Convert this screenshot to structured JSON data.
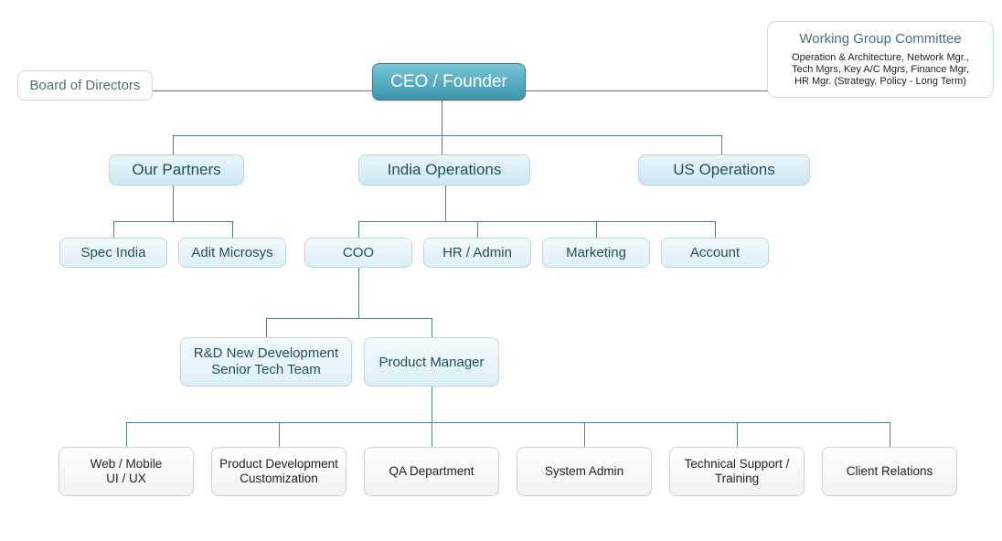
{
  "ceo": "CEO / Founder",
  "board": "Board of Directors",
  "working_group": {
    "title": "Working Group Committee",
    "lines": [
      "Operation & Architecture, Network Mgr.,",
      "Tech Mgrs, Key A/C Mgrs, Finance Mgr,",
      "HR Mgr. (Strategy, Policy - Long Term)"
    ]
  },
  "level2": {
    "partners": "Our Partners",
    "india": "India Operations",
    "us": "US Operations"
  },
  "partners": {
    "spec_india": "Spec India",
    "adit": "Adit Microsys"
  },
  "india_depts": {
    "coo": "COO",
    "hr": "HR / Admin",
    "marketing": "Marketing",
    "account": "Account"
  },
  "coo_reports": {
    "rnd": [
      "R&D New Development",
      "Senior Tech Team"
    ],
    "pm": "Product Manager"
  },
  "pm_teams": {
    "web": [
      "Web / Mobile",
      "UI / UX"
    ],
    "product_dev": [
      "Product Development",
      "Customization"
    ],
    "qa": "QA Department",
    "sysadmin": "System Admin",
    "support": [
      "Technical Support /",
      "Training"
    ],
    "client": "Client Relations"
  },
  "colors": {
    "connector": "#4e7f8a",
    "ceo_fill": "#3a96ab",
    "level2_fill": "#cde8f1",
    "level4_fill": "#f1f1f1"
  }
}
